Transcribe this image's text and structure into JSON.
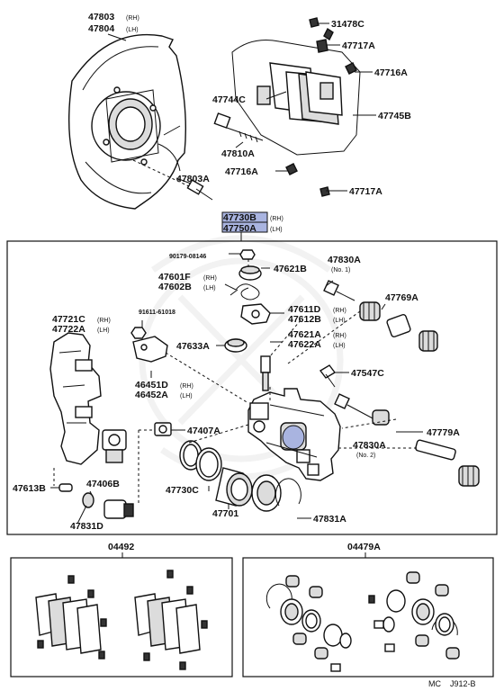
{
  "assembly": {
    "number_rh": "47730B",
    "number_lh": "47750A",
    "rh_tag": "(RH)",
    "lh_tag": "(LH)",
    "highlight_color": "#a9b4e0"
  },
  "labels": {
    "disc_plate_rh": "47803",
    "disc_plate_lh": "47804",
    "bolt_47803a": "47803A",
    "clip_31478c": "31478C",
    "clip_47717a_top": "47717A",
    "clip_47716a_top": "47716A",
    "shim_47744c": "47744C",
    "pad_47745b": "47745B",
    "bolt_47810a": "47810A",
    "clip_47716a_bot": "47716A",
    "clip_47717a_bot": "47717A",
    "cap_90179": "90179-08146",
    "cap_47621b": "47621B",
    "spring_47601f": "47601F",
    "spring_47602b": "47602B",
    "lever_47611d": "47611D",
    "lever_47612b": "47612B",
    "plug_91611": "91611-61018",
    "bracket_47721c": "47721C",
    "bracket_47722a": "47722A",
    "boot_47633a": "47633A",
    "pin_47621a": "47621A",
    "pin_47622a": "47622A",
    "bracket_46451d": "46451D",
    "bracket_46452a": "46452A",
    "bolt_47830a_no1": "47830A",
    "no1": "(No. 1)",
    "boot_47769a": "47769A",
    "bleeder_47547c": "47547C",
    "lever_47407a": "47407A",
    "bolt_47830a_no2": "47830A",
    "no2": "(No. 2)",
    "sleeve_47779a": "47779A",
    "plug_47613b": "47613B",
    "adjuster_47406b": "47406B",
    "seal_47730c": "47730C",
    "washer_47831d": "47831D",
    "piston_47701": "47701",
    "ring_47831a": "47831A",
    "rh": "(RH)",
    "lh": "(LH)"
  },
  "kits": {
    "pad_kit": "04492",
    "seal_kit": "04479A"
  },
  "footer": {
    "code_prefix": "MC",
    "code": "J912-B"
  }
}
